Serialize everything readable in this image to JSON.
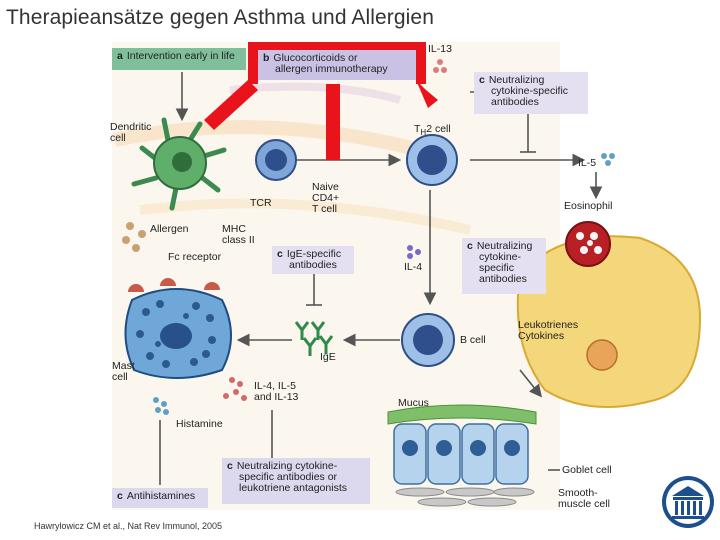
{
  "title": "Therapieansätze gegen Asthma und Allergien",
  "citation": "Hawrylowicz CM et al., Nat Rev Immunol, 2005",
  "boxes": {
    "a": {
      "key": "a",
      "text": "Intervention early in life"
    },
    "b": {
      "key": "b",
      "line1": "Glucocorticoids or",
      "line2": "allergen immunotherapy"
    },
    "c_top": {
      "key": "c",
      "line1": "Neutralizing",
      "line2": "cytokine-specific",
      "line3": "antibodies"
    },
    "c_ige": {
      "key": "c",
      "line1": "IgE-specific",
      "line2": "antibodies"
    },
    "c_mid": {
      "key": "c",
      "line1": "Neutralizing",
      "line2": "cytokine-",
      "line3": "specific",
      "line4": "antibodies"
    },
    "c_bottom": {
      "key": "c",
      "line1": "Neutralizing cytokine-",
      "line2": "specific antibodies or",
      "line3": "leukotriene antagonists"
    },
    "c_anti": {
      "key": "c",
      "text": "Antihistamines"
    }
  },
  "labels": {
    "il13": "IL-13",
    "dendritic_1": "Dendritic",
    "dendritic_2": "cell",
    "th2_prefix": "T",
    "th2_sub": "H",
    "th2_suffix": "2 cell",
    "il5": "IL-5",
    "naive_1": "Naive",
    "naive_2": "CD4+",
    "naive_3": "T cell",
    "tcr": "TCR",
    "eosinophil": "Eosinophil",
    "mhc_1": "MHC",
    "mhc_2": "class II",
    "allergen": "Allergen",
    "fc_receptor": "Fc receptor",
    "il4": "IL-4",
    "leuko_1": "Leukotrienes",
    "leuko_2": "Cytokines",
    "b_cell": "B cell",
    "ige": "IgE",
    "mast_1": "Mast",
    "mast_2": "cell",
    "il_combo_1": "IL-4, IL-5",
    "il_combo_2": "and IL-13",
    "histamine": "Histamine",
    "mucus": "Mucus",
    "goblet": "Goblet cell",
    "smooth_1": "Smooth-",
    "smooth_2": "muscle cell"
  },
  "colors": {
    "red_overlay": "#e8131b",
    "green_box": "#7fbf9a",
    "purple_box": "#c9c2e4",
    "logo_blue": "#1c4f8c"
  }
}
